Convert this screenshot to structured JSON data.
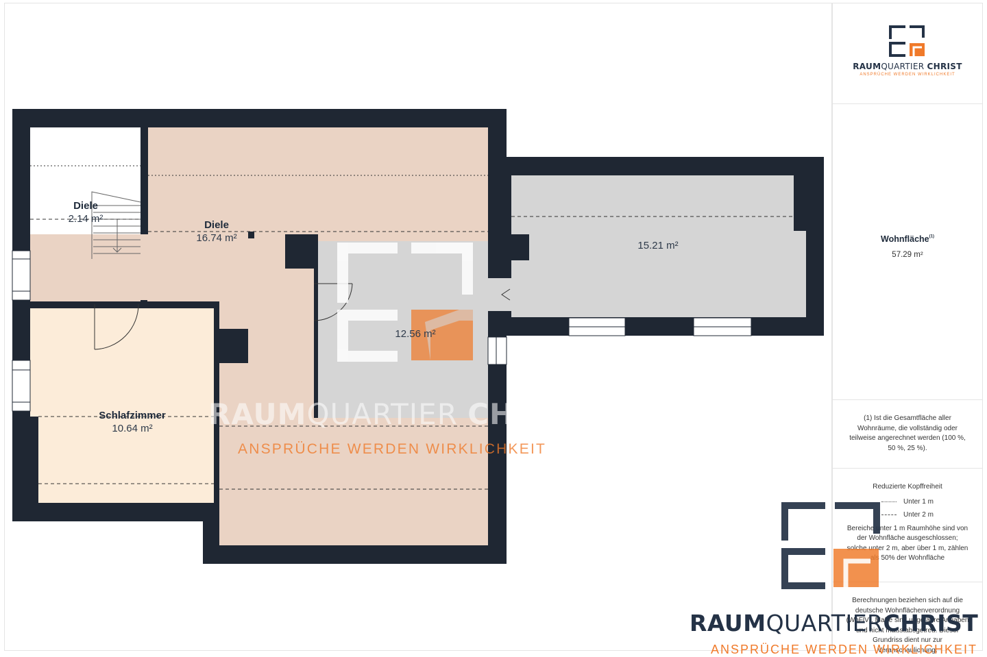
{
  "brand": {
    "name_bold_1": "RAUM",
    "name_regular": "QUARTIER",
    "name_bold_2": "CHRIST",
    "tagline": "ANSPRÜCHE WERDEN WIRKLICHKEIT",
    "colors": {
      "navy": "#243246",
      "orange": "#f07a2a"
    }
  },
  "sidebar": {
    "living_area_title": "Wohnfläche",
    "living_area_footnote_mark": "(1)",
    "living_area_value": "57.29 m²",
    "footnote": "(1) Ist die Gesamtfläche aller Wohnräume, die vollständig oder teilweise angerechnet werden (100 %, 50 %, 25 %).",
    "legend_title": "Reduzierte Kopffreiheit",
    "legend_items": [
      {
        "style": "dotted",
        "label": "Unter 1 m"
      },
      {
        "style": "dashed",
        "label": "Unter 2 m"
      }
    ],
    "legend_note": "Bereiche unter 1 m Raumhöhe sind von der Wohnfläche ausgeschlossen; solche unter 2 m, aber über 1 m, zählen als 50% der Wohnfläche",
    "disclaimer": "Berechnungen beziehen sich auf die deutsche Wohnflächenverordnung (WoFlV). Maße sind ungefähre Angaben und nicht maßstabsgetreu. Dieser Grundriss dient nur zur Veranschaulichung."
  },
  "rooms": [
    {
      "name": "Diele",
      "area": "2.14 m²"
    },
    {
      "name": "Diele",
      "area": "16.74 m²"
    },
    {
      "name": "",
      "area": "12.56 m²"
    },
    {
      "name": "",
      "area": "15.21 m²"
    },
    {
      "name": "Schlafzimmer",
      "area": "10.64 m²"
    }
  ],
  "room_colors": {
    "hall": "#ead3c4",
    "bedroom": "#fcecd9",
    "storage": "#d5d5d5",
    "stair": "#ffffff",
    "wall": "#1f2733"
  }
}
